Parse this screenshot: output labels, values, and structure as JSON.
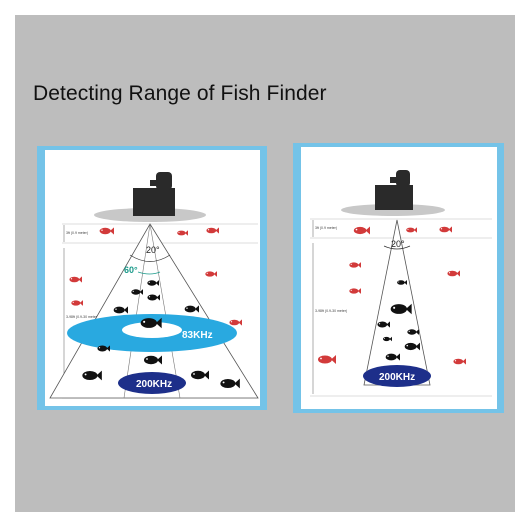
{
  "title": "Detecting Range of Fish Finder",
  "colors": {
    "background": "#bdbdbd",
    "panel_border": "#74c3e8",
    "panel_fill": "#ffffff",
    "beam_83": "#29a9e0",
    "beam_200": "#1d2f8a",
    "fish_dark": "#111111",
    "fish_red": "#d23a3a",
    "angle_teal": "#1a9a8a"
  },
  "left_panel": {
    "device_icon": "fish-finder-transducer-icon",
    "depth_shallow_label": "3ft (0.9 meter)",
    "depth_range_label": "3-98ft (0.9-30 meter)",
    "angle_outer": "20°",
    "angle_inner": "60°",
    "freq_wide": "83KHz",
    "freq_narrow": "200KHz"
  },
  "right_panel": {
    "device_icon": "fish-finder-transducer-icon",
    "depth_shallow_label": "3ft (0.9 meter)",
    "depth_range_label": "3-98ft (0.9-30 meter)",
    "angle": "20°",
    "freq_narrow": "200KHz"
  }
}
